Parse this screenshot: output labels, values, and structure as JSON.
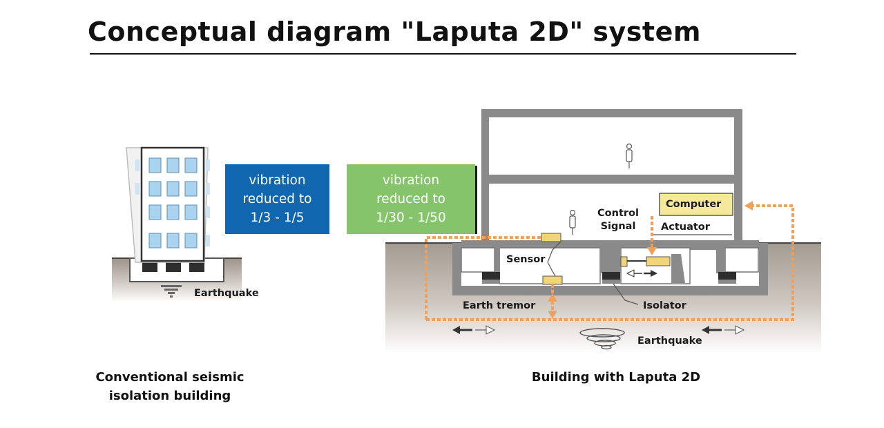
{
  "title": "Conceptual diagram \"Laputa 2D\" system",
  "left_box": {
    "line1": "vibration",
    "line2": "reduced to",
    "line3": "1/3 - 1/5",
    "color": "#1067b0"
  },
  "right_box": {
    "line1": "vibration",
    "line2": "reduced to",
    "line3": "1/30 - 1/50",
    "color": "#85c46b"
  },
  "left_building": {
    "earthquake_label": "Earthquake",
    "caption_line1": "Conventional seismic",
    "caption_line2": "isolation building"
  },
  "right_building": {
    "computer_label": "Computer",
    "control_signal_line1": "Control",
    "control_signal_line2": "Signal",
    "actuator_label": "Actuator",
    "sensor_label": "Sensor",
    "earth_tremor_label": "Earth tremor",
    "isolator_label": "Isolator",
    "earthquake_label": "Earthquake",
    "caption": "Building with Laputa 2D"
  },
  "colors": {
    "signal_path": "#f0a05a",
    "computer_fill": "#f5ea9c",
    "sensor_fill": "#f0d479",
    "ground": "#ada399",
    "structure": "#8a8a8a",
    "window": "#a9d3ef"
  }
}
